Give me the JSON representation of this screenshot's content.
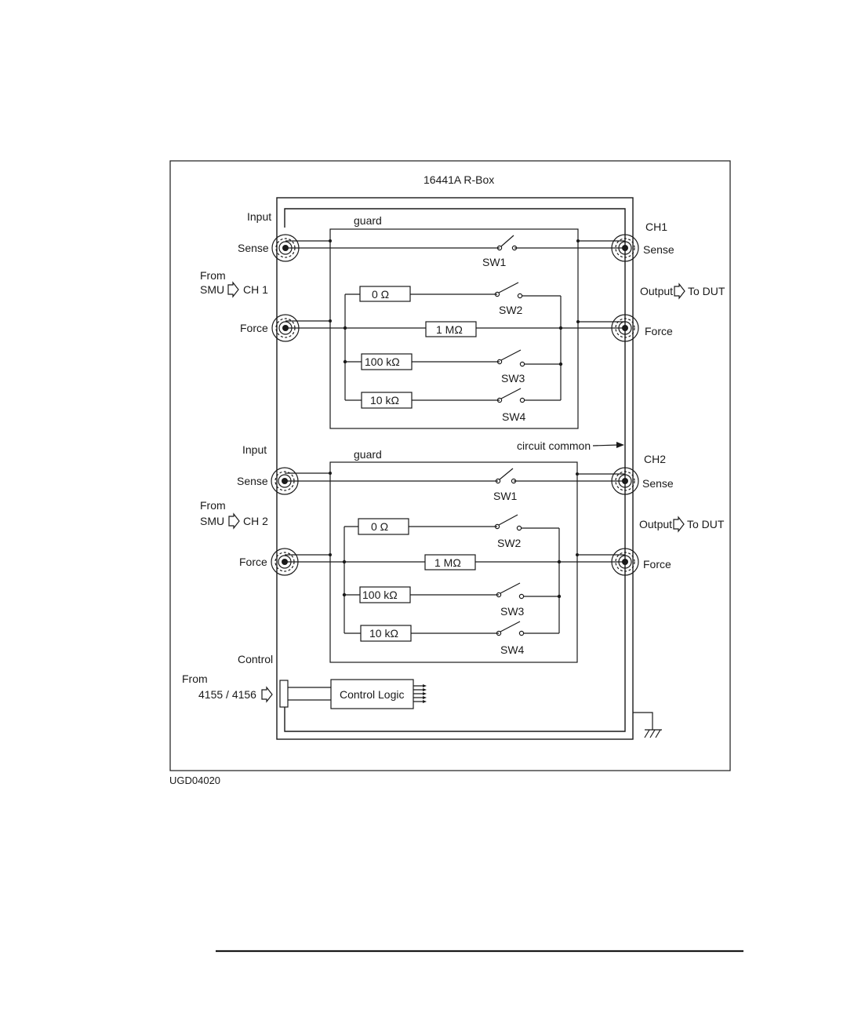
{
  "diagram": {
    "title": "16441A R-Box",
    "figure_id": "UGD04020",
    "circuit_common_label": "circuit common",
    "channels": [
      {
        "channel_label": "CH1",
        "input_label": "Input",
        "guard_label": "guard",
        "sense_label": "Sense",
        "force_label": "Force",
        "from_label": "From",
        "smu_label": "SMU",
        "smu_channel_label": "CH 1",
        "out_sense_label": "Sense",
        "out_force_label": "Force",
        "output_label": "Output",
        "to_dut_label": "To DUT",
        "switches": {
          "sw1": "SW1",
          "sw2": "SW2",
          "sw3": "SW3",
          "sw4": "SW4"
        },
        "resistors": {
          "r0": "0  Ω",
          "r1m": "1 MΩ",
          "r100k": "100 kΩ",
          "r10k": "10 kΩ"
        }
      },
      {
        "channel_label": "CH2",
        "input_label": "Input",
        "guard_label": "guard",
        "sense_label": "Sense",
        "force_label": "Force",
        "from_label": "From",
        "smu_label": "SMU",
        "smu_channel_label": "CH 2",
        "out_sense_label": "Sense",
        "out_force_label": "Force",
        "output_label": "Output",
        "to_dut_label": "To DUT",
        "switches": {
          "sw1": "SW1",
          "sw2": "SW2",
          "sw3": "SW3",
          "sw4": "SW4"
        },
        "resistors": {
          "r0": "0  Ω",
          "r1m": "1 MΩ",
          "r100k": "100 kΩ",
          "r10k": "10 kΩ"
        }
      }
    ],
    "control": {
      "control_label": "Control",
      "from_label": "From",
      "source_label": "4155 / 4156",
      "logic_label": "Control Logic"
    }
  }
}
